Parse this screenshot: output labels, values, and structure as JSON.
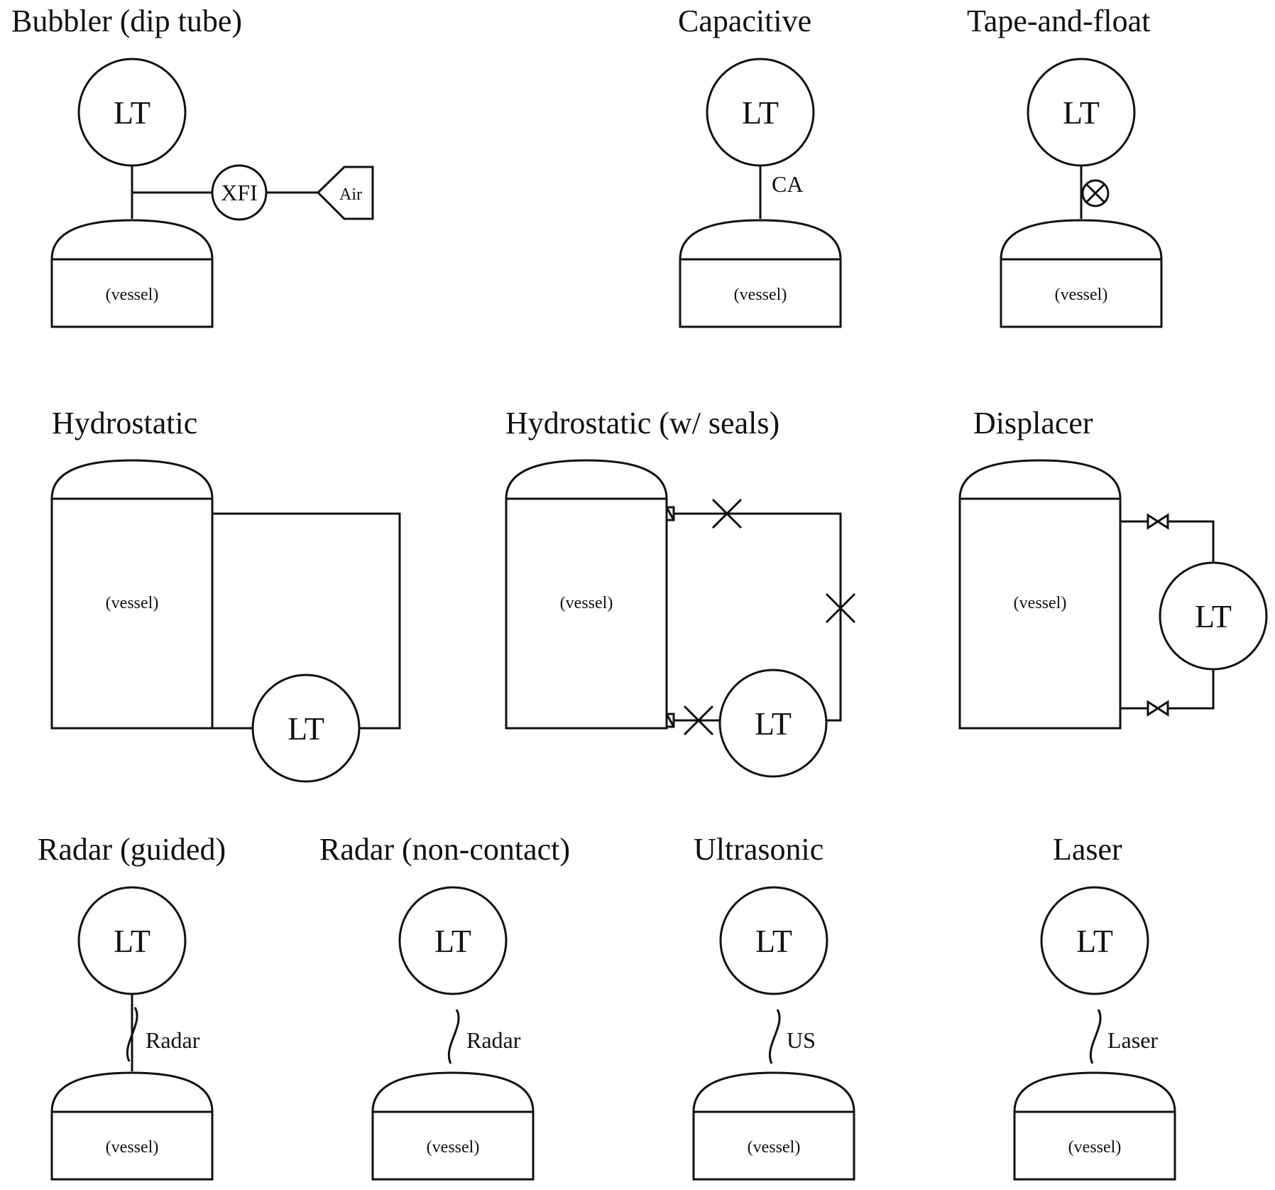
{
  "colors": {
    "ink": "#111111",
    "background": "#ffffff"
  },
  "instrument_tag": "LT",
  "vessel_label": "(vessel)",
  "diagrams": {
    "bubbler": {
      "title": "Bubbler (dip tube)",
      "relay_tag": "XFI",
      "supply_label": "Air"
    },
    "capacitive": {
      "title": "Capacitive",
      "signal_label": "CA"
    },
    "tape_float": {
      "title": "Tape-and-float"
    },
    "hydrostatic": {
      "title": "Hydrostatic"
    },
    "hydrostatic_seals": {
      "title": "Hydrostatic (w/ seals)"
    },
    "displacer": {
      "title": "Displacer"
    },
    "radar_guided": {
      "title": "Radar (guided)",
      "signal_label": "Radar"
    },
    "radar_noncontact": {
      "title": "Radar (non-contact)",
      "signal_label": "Radar"
    },
    "ultrasonic": {
      "title": "Ultrasonic",
      "signal_label": "US"
    },
    "laser": {
      "title": "Laser",
      "signal_label": "Laser"
    }
  }
}
